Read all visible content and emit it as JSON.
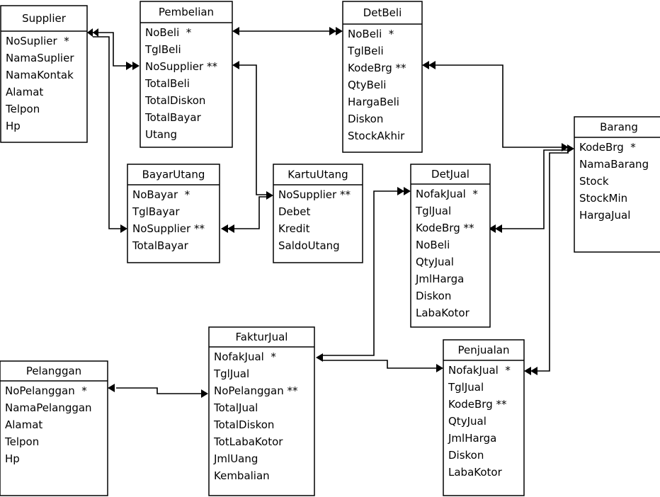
{
  "entities": {
    "supplier": {
      "title": "Supplier",
      "fields": [
        "NoSuplier  *",
        "NamaSuplier",
        "NamaKontak",
        "Alamat",
        "Telpon",
        "Hp"
      ]
    },
    "pembelian": {
      "title": "Pembelian",
      "fields": [
        "NoBeli  *",
        "TglBeli",
        "NoSupplier **",
        "TotalBeli",
        "TotalDiskon",
        "TotalBayar",
        "Utang"
      ]
    },
    "detbeli": {
      "title": "DetBeli",
      "fields": [
        "NoBeli  *",
        "TglBeli",
        "KodeBrg **",
        "QtyBeli",
        "HargaBeli",
        "Diskon",
        "StockAkhir"
      ]
    },
    "barang": {
      "title": "Barang",
      "fields": [
        "KodeBrg  *",
        "NamaBarang",
        "Stock",
        "StockMin",
        "HargaJual"
      ]
    },
    "bayarutang": {
      "title": "BayarUtang",
      "fields": [
        "NoBayar  *",
        "TglBayar",
        "NoSupplier **",
        "TotalBayar"
      ]
    },
    "kartuutang": {
      "title": "KartuUtang",
      "fields": [
        "NoSupplier **",
        "Debet",
        "Kredit",
        "SaldoUtang"
      ]
    },
    "detjual": {
      "title": "DetJual",
      "fields": [
        "NofakJual  *",
        "TglJual",
        "KodeBrg **",
        "NoBeli",
        "QtyJual",
        "JmlHarga",
        "Diskon",
        "LabaKotor"
      ]
    },
    "fakturjual": {
      "title": "FakturJual",
      "fields": [
        "NofakJual  *",
        "TglJual",
        "NoPelanggan **",
        "TotalJual",
        "TotalDiskon",
        "TotLabaKotor",
        "JmlUang",
        "Kembalian"
      ]
    },
    "pelanggan": {
      "title": "Pelanggan",
      "fields": [
        "NoPelanggan  *",
        "NamaPelanggan",
        "Alamat",
        "Telpon",
        "Hp"
      ]
    },
    "penjualan": {
      "title": "Penjualan",
      "fields": [
        "NofakJual  *",
        "TglJual",
        "KodeBrg **",
        "QtyJual",
        "JmlHarga",
        "Diskon",
        "LabaKotor"
      ]
    }
  }
}
